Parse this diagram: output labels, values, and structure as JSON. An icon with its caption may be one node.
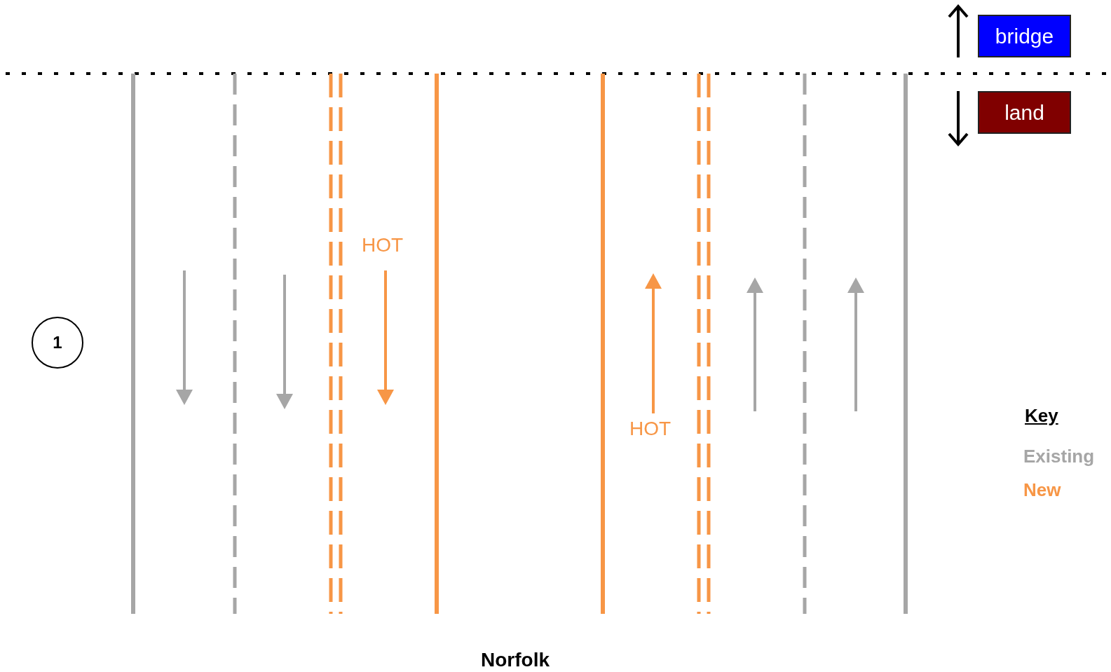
{
  "diagram": {
    "nodes": [
      {
        "text": [
          "1"
        ]
      },
      {
        "text": [
          "bridge"
        ]
      },
      {
        "text": [
          "land"
        ]
      }
    ],
    "labels": [
      "HOT",
      "HOT",
      "Norfolk",
      "Key"
    ],
    "legend": [
      {
        "text": "Existing",
        "color": "#a6a6a6"
      },
      {
        "text": "New",
        "color": "#f79646"
      }
    ]
  }
}
